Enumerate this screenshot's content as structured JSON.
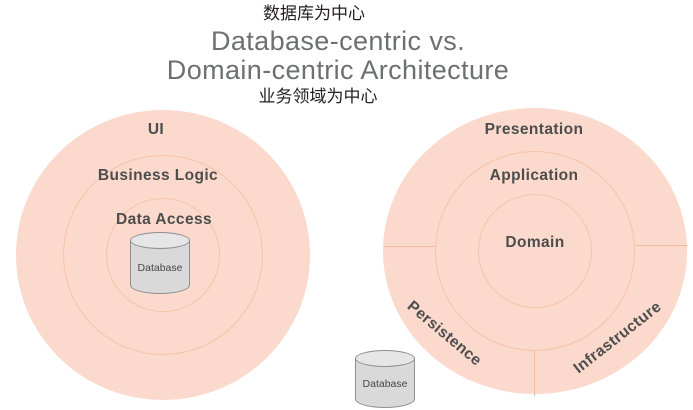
{
  "header": {
    "annotation_top_cn": "数据库为中心",
    "title_line1": "Database-centric vs.",
    "title_line2": "Domain-centric Architecture",
    "annotation_bottom_cn": "业务领域为中心"
  },
  "left_diagram": {
    "ring_outer": "UI",
    "ring_middle": "Business Logic",
    "ring_inner": "Data Access",
    "center_database_label": "Database"
  },
  "right_diagram": {
    "ring_outer": "Presentation",
    "ring_middle": "Application",
    "ring_inner": "Domain",
    "sector_lower_left": "Persistence",
    "sector_lower_right": "Infrastructure",
    "external_database_label": "Database"
  },
  "colors": {
    "ring_fill": "#fbd9cc",
    "ring_line": "#f5c3a8",
    "divider_line": "#f2bb9e",
    "label_text": "#4d4d4d",
    "title_text": "#6e6f72",
    "annotation_text": "#262022",
    "cylinder_fill": "#d9d9d9",
    "cylinder_top_fill": "#e6e6e6",
    "cylinder_stroke": "#8f8f8f"
  }
}
